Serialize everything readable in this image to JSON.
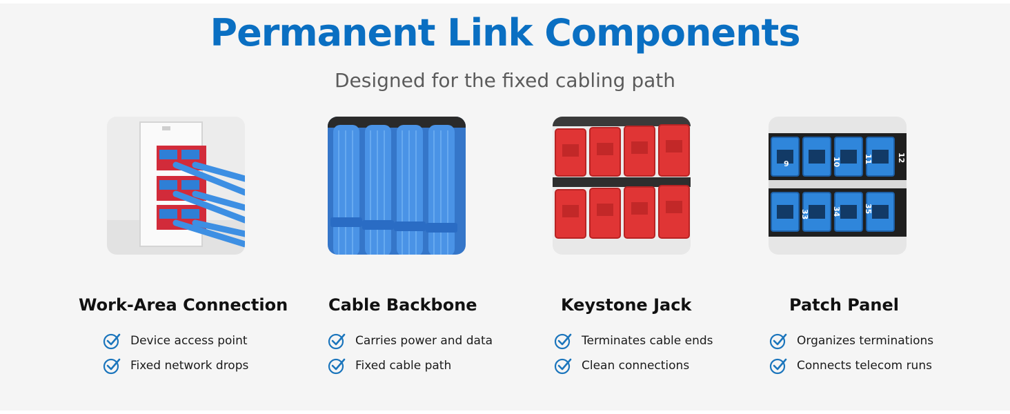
{
  "header": {
    "title": "Permanent Link Components",
    "subtitle": "Designed for the fixed cabling path"
  },
  "colors": {
    "accent": "#0a6fc2",
    "check": "#1b75bc",
    "background": "#f5f5f5",
    "cable_blue": "#3f8fe0",
    "jack_red": "#e03535"
  },
  "cards": [
    {
      "title": "Work-Area Connection",
      "image_icon": "wall-plate-photo",
      "features": [
        "Device access point",
        "Fixed network drops"
      ]
    },
    {
      "title": "Cable Backbone",
      "image_icon": "cable-bundle-photo",
      "features": [
        "Carries power and data",
        "Fixed cable path"
      ]
    },
    {
      "title": "Keystone Jack",
      "image_icon": "keystone-jack-photo",
      "features": [
        "Terminates cable ends",
        "Clean connections"
      ]
    },
    {
      "title": "Patch Panel",
      "image_icon": "patch-panel-photo",
      "features": [
        "Organizes terminations",
        "Connects telecom runs"
      ],
      "port_labels_top": [
        "9",
        "10",
        "11",
        "12"
      ],
      "port_labels_bottom": [
        "33",
        "34",
        "35"
      ]
    }
  ]
}
